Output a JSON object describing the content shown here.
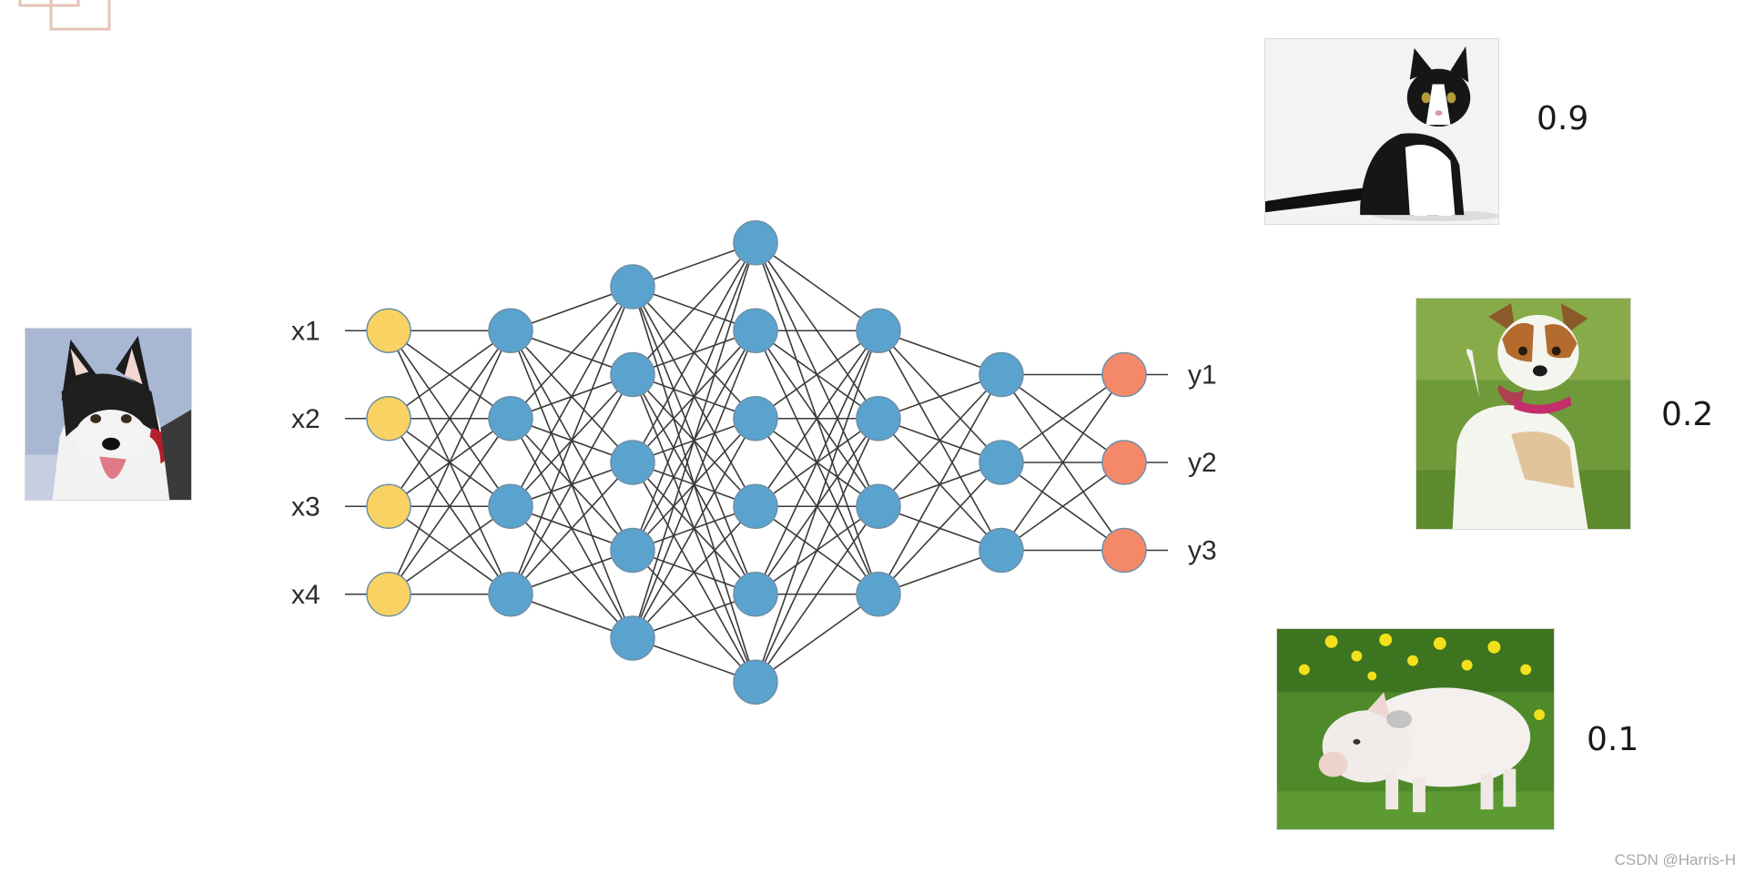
{
  "diagram": {
    "layers": [
      4,
      4,
      5,
      6,
      4,
      3,
      3
    ],
    "input_labels": [
      "x1",
      "x2",
      "x3",
      "x4"
    ],
    "output_labels": [
      "y1",
      "y2",
      "y3"
    ],
    "colors": {
      "input_node": "#f8d263",
      "hidden_node": "#5ba3cf",
      "output_node": "#f4896a",
      "edge": "#3a3a3a",
      "node_stroke": "#6e8fa6",
      "decor": "#e6c4b8"
    }
  },
  "images": {
    "input": {
      "icon": "husky-dog-photo"
    },
    "outputs": [
      {
        "icon": "cat-photo",
        "probability": "0.9"
      },
      {
        "icon": "dog-photo",
        "probability": "0.2"
      },
      {
        "icon": "pig-photo",
        "probability": "0.1"
      }
    ]
  },
  "watermark": "CSDN @Harris-H"
}
